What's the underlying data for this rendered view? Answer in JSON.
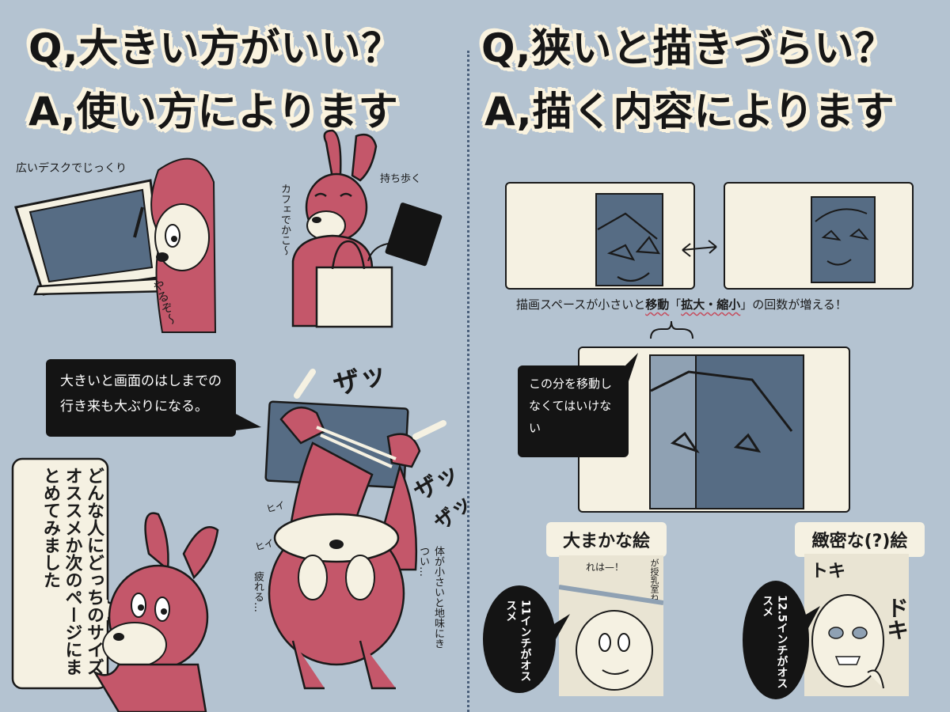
{
  "left": {
    "title_q": "Q,大きい方がいい？",
    "title_a": "A,使い方によります",
    "notes": {
      "big_desk": "広いデスクでじっくり",
      "cafe": "カフェでかこ〜",
      "carry": "持ち歩く",
      "yaruzo": "やるぞ〜",
      "hii1": "ヒイ",
      "hii2": "ヒイ",
      "tired": "疲れる…",
      "small_body": "体が小さいと地味にきつい…",
      "sfx1": "ザッ",
      "sfx2": "ザッ",
      "sfx3": "ザッ"
    },
    "bubble_dark": "大きいと画面のはしまでの行き来も大ぶりになる。",
    "vertical_text": "どんな人にどっちのサイズオススメか次のページにまとめてみました"
  },
  "right": {
    "title_q": "Q,狭いと描きづらい？",
    "title_a": "A,描く内容によります",
    "caption_prefix": "描画スペースが小さいと",
    "caption_move": "移動",
    "caption_zoom": "拡大・縮小",
    "caption_suffix": "の回数が増える！",
    "bubble_move": "この分を移動しなくてはいけない",
    "label_rough": "大まかな絵",
    "label_fine": "緻密な(?)絵",
    "rec_11": "11インチがオススメ",
    "rec_125": "12.5インチがオススメ",
    "thumb_text_1": "れは—！",
    "thumb_text_2": "が授乳室ね",
    "thumb_sfx": "ドキ",
    "thumb_sfx2": "トキ"
  },
  "colors": {
    "background": "#b4c3d1",
    "cream": "#f5f1e2",
    "character_red": "#c4576a",
    "screen_blue": "#566c84",
    "ink": "#141414"
  }
}
